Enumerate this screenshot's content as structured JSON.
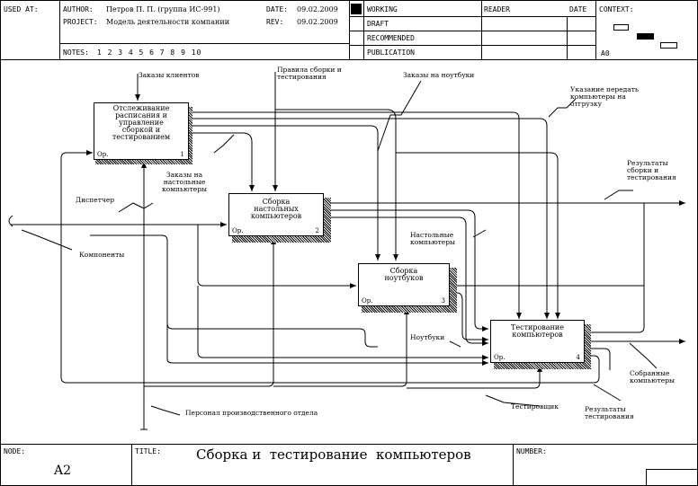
{
  "header": {
    "used_at_label": "USED AT:",
    "author_label": "AUTHOR:",
    "author_value": "Петров П. П. (группа ИС-991)",
    "project_label": "PROJECT:",
    "project_value": "Модель деятельности компании",
    "date_label": "DATE:",
    "date_value": "09.02.2009",
    "rev_label": "REV:",
    "rev_value": "09.02.2009",
    "notes_label": "NOTES:",
    "notes_value": "1 2 3 4 5 6 7 8 9 10",
    "status": [
      "WORKING",
      "DRAFT",
      "RECOMMENDED",
      "PUBLICATION"
    ],
    "reader_label": "READER",
    "date_col_label": "DATE",
    "context_label": "CONTEXT:",
    "context_node": "A0"
  },
  "footer": {
    "node_label": "NODE:",
    "node_value": "A2",
    "title_label": "TITLE:",
    "title_value": "Сборка и  тестирование  компьютеров",
    "number_label": "NUMBER:"
  },
  "boxes": [
    {
      "title": "Отслеживание\nрасписания и\nуправление\nсборкой и\nтестированием",
      "op": "Ор.",
      "num": "1"
    },
    {
      "title": "Сборка\nнастольных\nкомпьютеров",
      "op": "Ор.",
      "num": "2"
    },
    {
      "title": "Сборка\nноутбуков",
      "op": "Ор.",
      "num": "3"
    },
    {
      "title": "Тестирование\nкомпьютеров",
      "op": "Ор.",
      "num": "4"
    }
  ],
  "labels": {
    "client_orders": "Заказы клиентов",
    "assembly_rules": "Правила сборки и\nтестирования",
    "laptop_orders": "Заказы на ноутбуки",
    "transfer_instructions": "Указание передать\nкомпьютеры на\nотгрузку",
    "desktop_orders": "Заказы на\nнастольные\nкомпьютеры",
    "dispatcher": "Диспетчер",
    "components": "Компоненты",
    "assembly_results": "Результаты\nсборки и\nтестирования",
    "desktops": "Настольные\nкомпьютеры",
    "laptops": "Ноутбуки",
    "assembled": "Собранные\nкомпьютеры",
    "test_results": "Результаты\nтестирования",
    "testers": "Тестировщик",
    "staff": "Персонал производственного отдела"
  }
}
